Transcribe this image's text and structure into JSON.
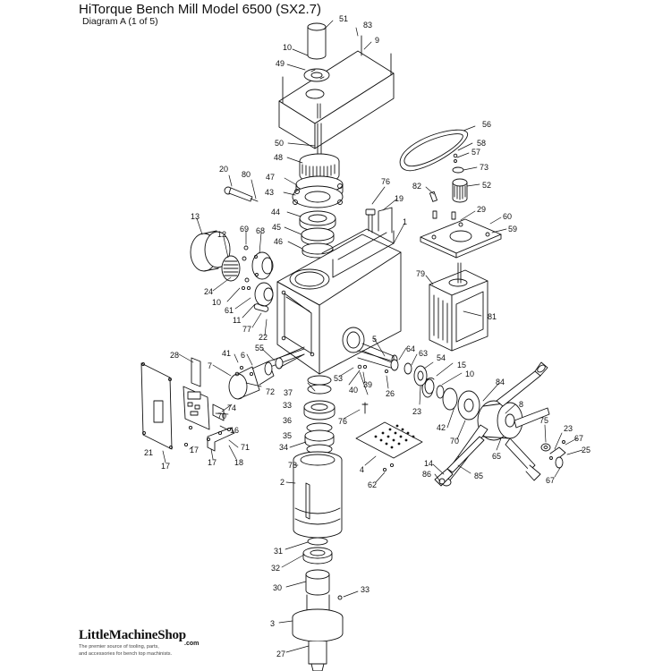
{
  "header": {
    "title": "HiTorque Bench Mill Model 6500 (SX2.7)",
    "subtitle": "Diagram A  (1 of 5)"
  },
  "callouts": [
    "51",
    "83",
    "10",
    "9",
    "49",
    "56",
    "58",
    "57",
    "73",
    "50",
    "48",
    "52",
    "82",
    "20",
    "80",
    "47",
    "76",
    "43",
    "19",
    "29",
    "60",
    "59",
    "44",
    "1",
    "45",
    "13",
    "46",
    "69",
    "12",
    "68",
    "79",
    "24",
    "10",
    "81",
    "61",
    "11",
    "77",
    "22",
    "28",
    "55",
    "5",
    "64",
    "41",
    "63",
    "6",
    "54",
    "7",
    "15",
    "10",
    "72",
    "53",
    "39",
    "40",
    "37",
    "84",
    "26",
    "74",
    "23",
    "8",
    "33",
    "70",
    "36",
    "75",
    "76",
    "42",
    "16",
    "23",
    "67",
    "35",
    "70",
    "65",
    "25",
    "71",
    "34",
    "17",
    "21",
    "17",
    "17",
    "18",
    "4",
    "67",
    "78",
    "14",
    "86",
    "62",
    "85",
    "2",
    "31",
    "32",
    "30",
    "33",
    "3",
    "27"
  ],
  "logo": {
    "name": "LittleMachineShop",
    "com": ".com",
    "tagline_1": "The premier source of tooling, parts,",
    "tagline_2": "and accessories for bench top machinists."
  }
}
